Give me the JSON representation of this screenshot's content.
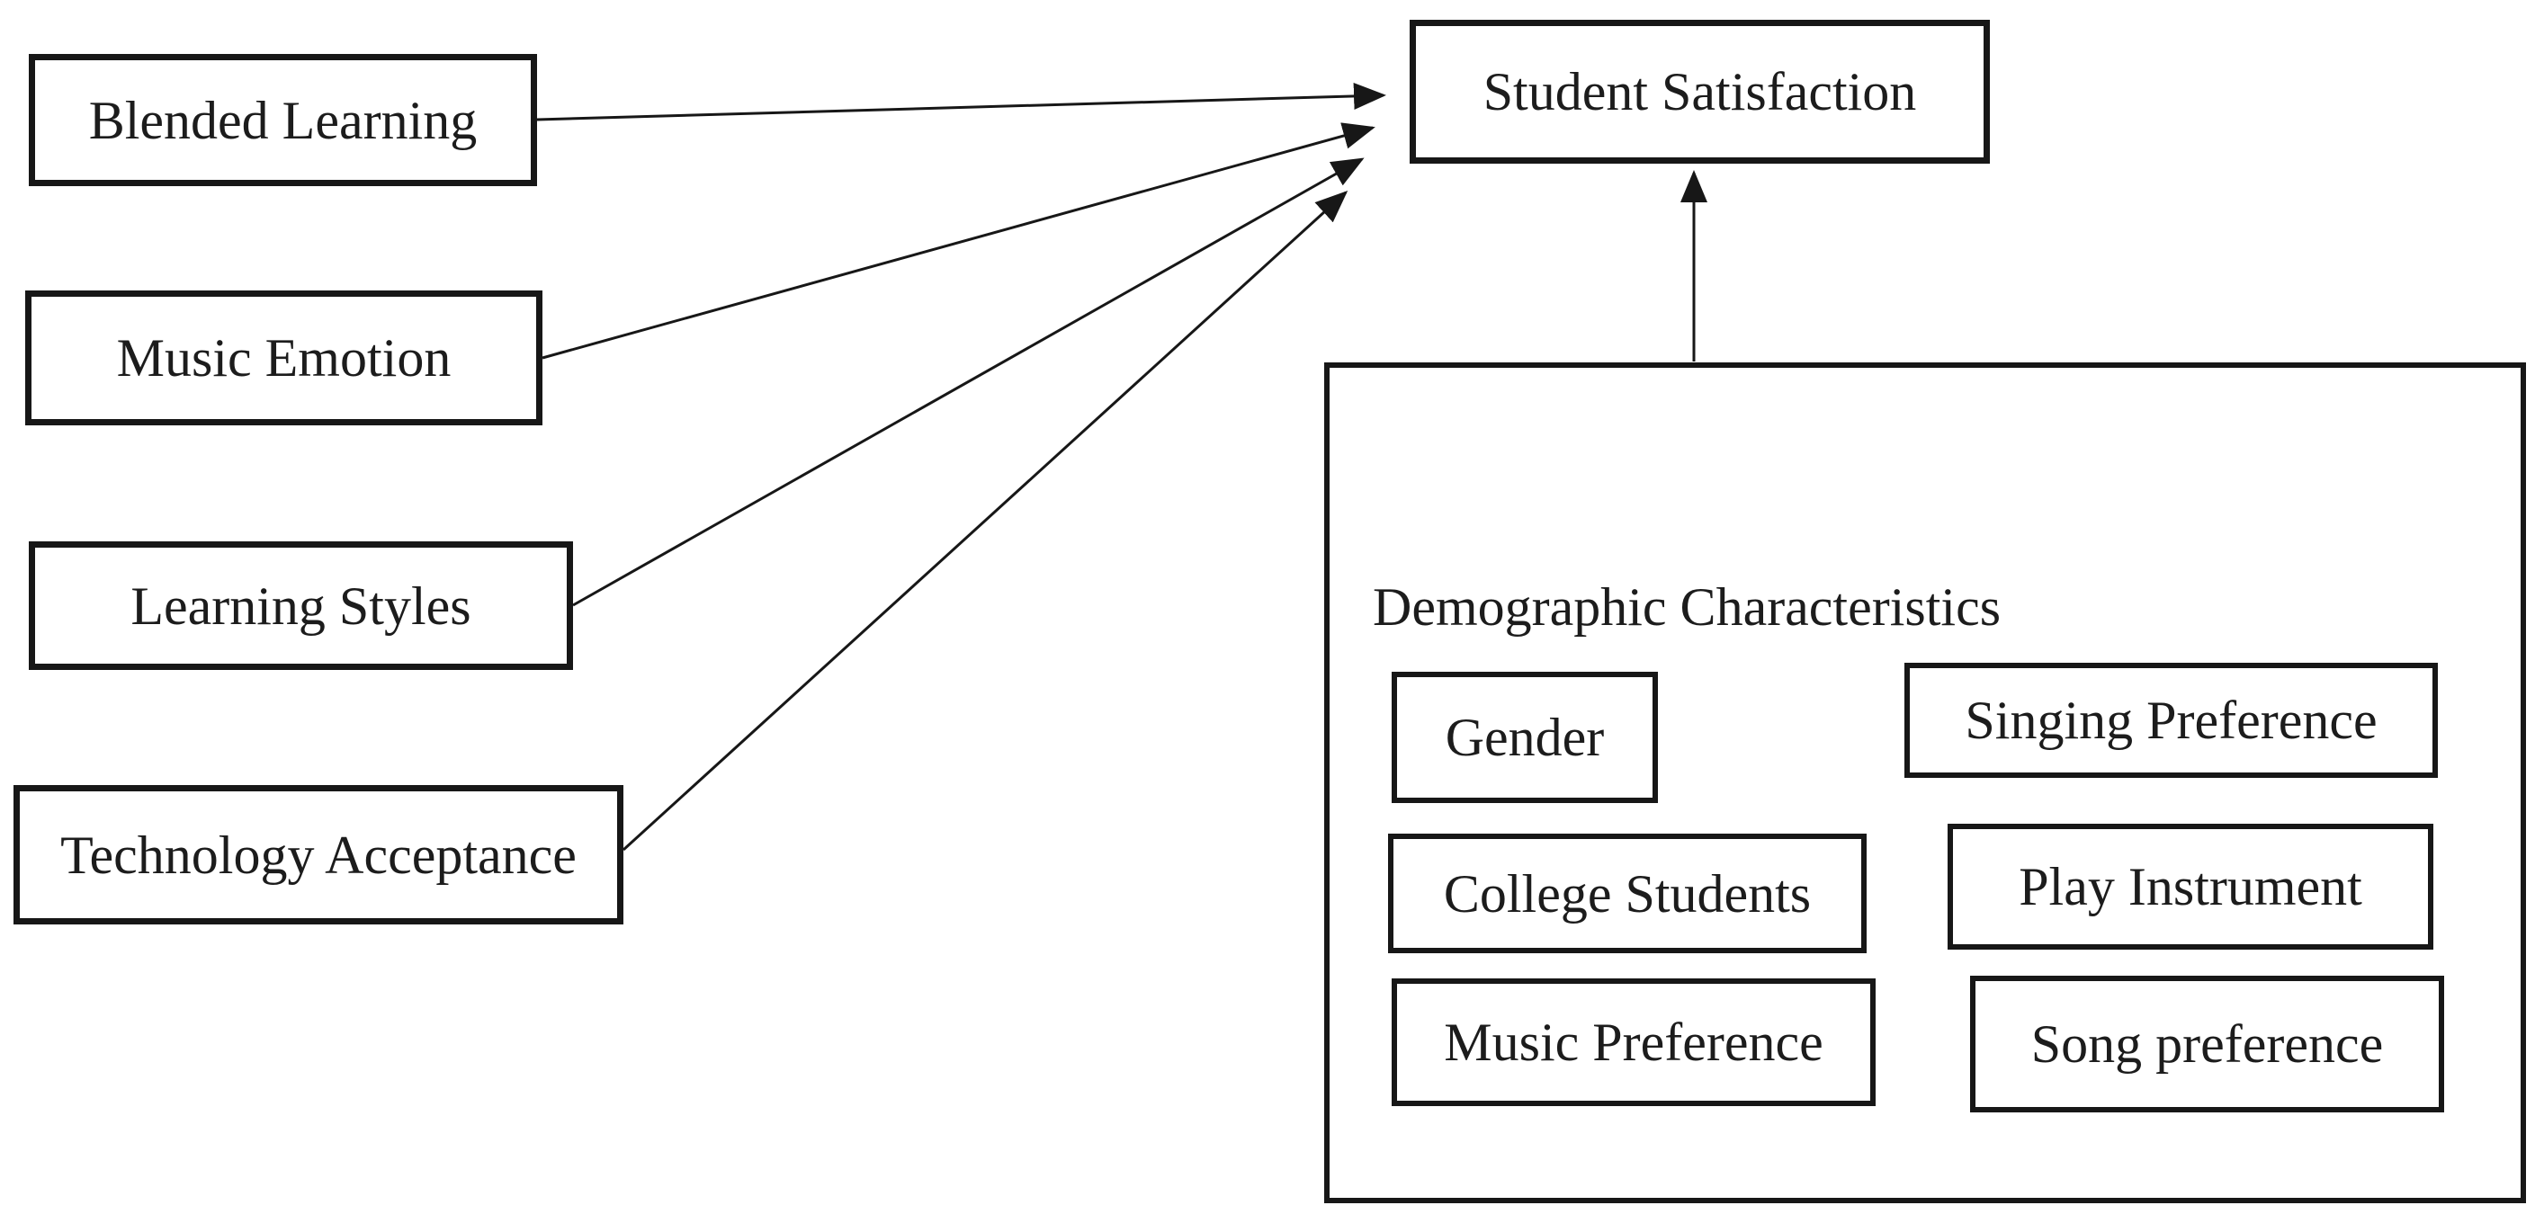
{
  "diagram": {
    "nodes": {
      "blended_learning": {
        "label": "Blended Learning"
      },
      "music_emotion": {
        "label": "Music Emotion"
      },
      "learning_styles": {
        "label": "Learning Styles"
      },
      "technology_acceptance": {
        "label": "Technology Acceptance"
      },
      "student_satisfaction": {
        "label": "Student Satisfaction"
      },
      "demographic": {
        "title": "Demographic Characteristics",
        "children": {
          "gender": {
            "label": "Gender"
          },
          "singing_preference": {
            "label": "Singing Preference"
          },
          "college_students": {
            "label": "College Students"
          },
          "play_instrument": {
            "label": "Play Instrument"
          },
          "music_preference": {
            "label": "Music Preference"
          },
          "song_preference": {
            "label": "Song preference"
          }
        }
      }
    },
    "relationships": [
      {
        "from": "Blended Learning",
        "to": "Student Satisfaction",
        "type": "arrow"
      },
      {
        "from": "Music Emotion",
        "to": "Student Satisfaction",
        "type": "arrow"
      },
      {
        "from": "Learning Styles",
        "to": "Student Satisfaction",
        "type": "arrow"
      },
      {
        "from": "Technology Acceptance",
        "to": "Student Satisfaction",
        "type": "arrow"
      },
      {
        "from": "Demographic Characteristics",
        "to": "Student Satisfaction",
        "type": "arrow"
      }
    ],
    "colors": {
      "background": "#ffffff",
      "line": "#171717",
      "box_border": "#171717",
      "text": "#1c1c1c"
    }
  }
}
